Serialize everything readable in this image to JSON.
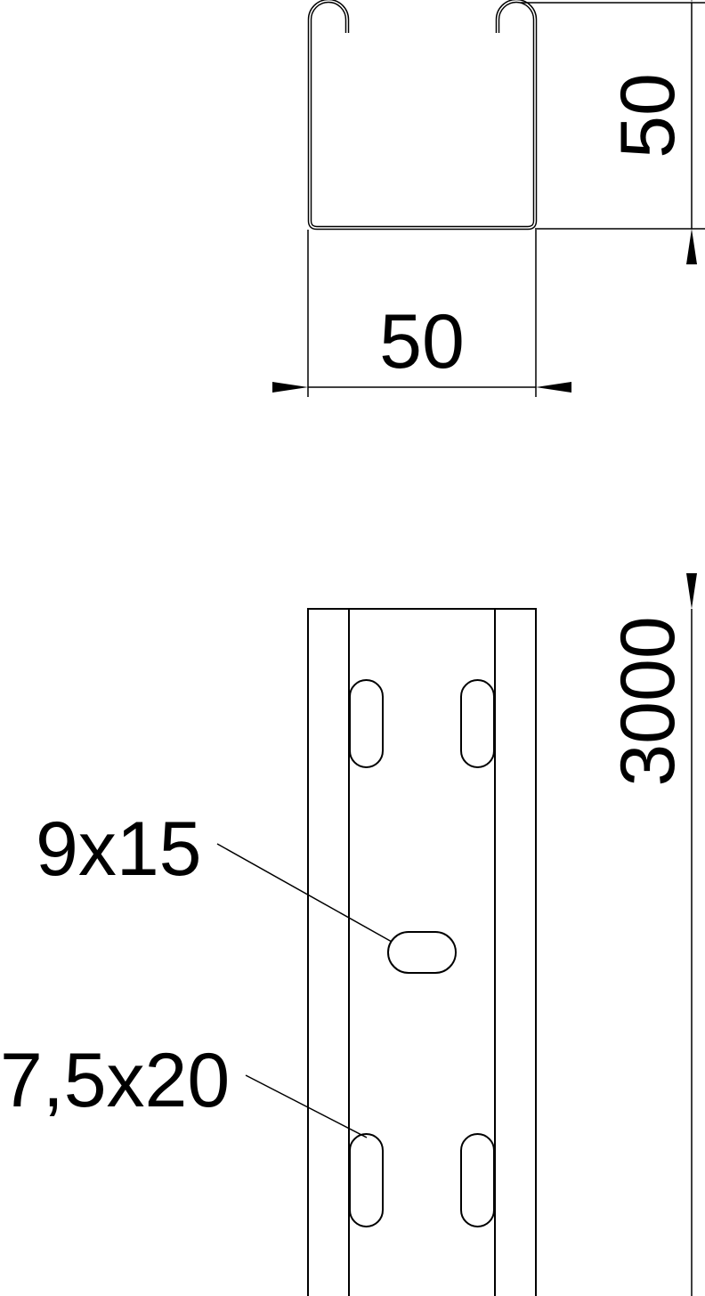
{
  "profile_view": {
    "width_label": "50",
    "height_label": "50"
  },
  "top_view": {
    "length_label": "3000",
    "hole_center_label": "9x15",
    "hole_side_label": "7,5x20"
  },
  "colors": {
    "line": "#000000",
    "background": "#ffffff"
  }
}
